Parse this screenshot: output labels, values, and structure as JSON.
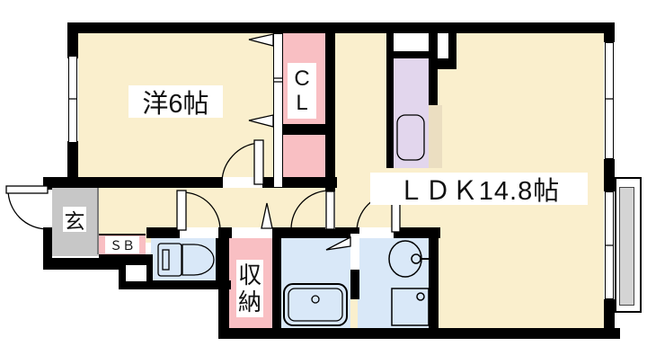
{
  "plan": {
    "type": "apartment-floorplan",
    "rooms": {
      "western": {
        "label": "洋6帖"
      },
      "ldk": {
        "label": "ＬＤＫ14.8帖"
      },
      "closet": {
        "line1": "C",
        "line2": "L"
      },
      "entrance": {
        "label": "玄"
      },
      "shoebox": {
        "label": "ＳＢ"
      },
      "storage": {
        "line1": "収",
        "line2": "納"
      }
    },
    "fixtures": {
      "toilet": "toilet",
      "bathtub": "bathtub",
      "vanity": "vanity-sink",
      "washer_pan": "washing-machine-pan",
      "kitchen_sink": "kitchen-sink",
      "balcony": "balcony",
      "windows": "double-line-windows",
      "doors": "swing-and-folding-doors"
    },
    "colors": {
      "background": "#FFFFFF",
      "wall_black": "#000000",
      "floor_cream": "#FAEFCD",
      "closet_pink": "#F9BFC3",
      "kitchen_lavender": "#E2D6ED",
      "wet_blue": "#D9E8F8",
      "entrance_gray": "#C7C7C7",
      "counter_tan": "#EBDEC1",
      "balcony_gray": "#D4D4D4"
    }
  }
}
